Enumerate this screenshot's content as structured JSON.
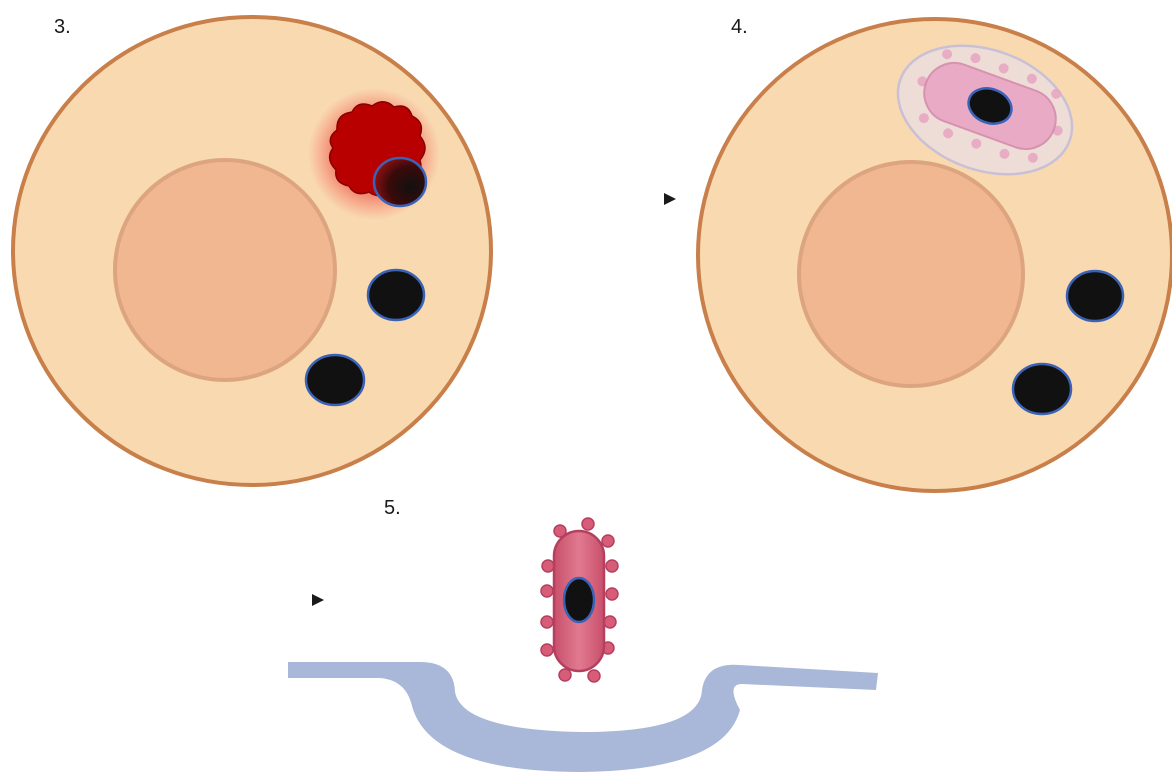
{
  "steps": {
    "step3": {
      "label": "3."
    },
    "step4": {
      "label": "4."
    },
    "step5": {
      "label": "5."
    }
  },
  "colors": {
    "cell_fill": "#f8d9b0",
    "cell_border": "#c87f4a",
    "nucleus_fill": "#f0b790",
    "nucleus_border": "#dda57f",
    "granule_fill": "#111111",
    "granule_border": "#3a63b8",
    "lysis_red": "#b80000",
    "vesicle_fill": "#eeddd6",
    "vesicle_border": "#c9c0d6",
    "pathogen_faint": "#e8a5c3",
    "pathogen_bright": "#d75c78",
    "membrane": "#a9b8d8",
    "arrow": "#1a1a1a"
  },
  "icons": {
    "process_arrow": "right-arrow-icon",
    "pathogen": "rod-shaped-bacterium-icon",
    "membrane": "host-membrane-icon"
  }
}
